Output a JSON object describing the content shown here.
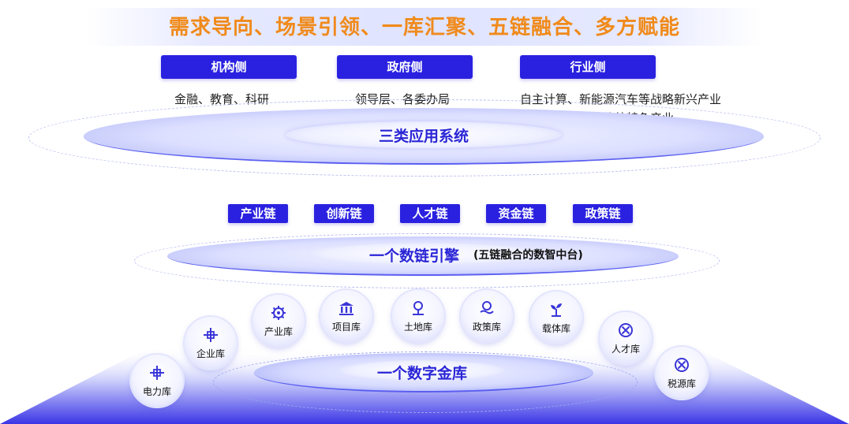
{
  "title": "需求导向、场景引领、一库汇聚、五链融合、多方赋能",
  "sides": [
    {
      "label": "机构侧",
      "desc": [
        "金融、教育、科研"
      ]
    },
    {
      "label": "政府侧",
      "desc": [
        "领导层、各委办局"
      ]
    },
    {
      "label": "行业侧",
      "desc": [
        "自主计算、新能源汽车等战略新兴产业",
        "小龙虾、家具等传统特色产业"
      ]
    }
  ],
  "layer1": {
    "label": "三类应用系统"
  },
  "chains": [
    "产业链",
    "创新链",
    "人才链",
    "资金链",
    "政策链"
  ],
  "layer2": {
    "label": "一个数链引擎",
    "sub": "(五链融合的数智中台)"
  },
  "layer3": {
    "label": "一个数字金库"
  },
  "libraries": [
    {
      "label": "电力库",
      "icon": "cross-node-icon"
    },
    {
      "label": "企业库",
      "icon": "cross-node-icon"
    },
    {
      "label": "产业库",
      "icon": "gear-network-icon"
    },
    {
      "label": "项目库",
      "icon": "institution-building-icon"
    },
    {
      "label": "土地库",
      "icon": "land-tree-icon"
    },
    {
      "label": "政策库",
      "icon": "policy-hand-icon"
    },
    {
      "label": "载体库",
      "icon": "sprout-icon"
    },
    {
      "label": "人才库",
      "icon": "x-circle-icon"
    },
    {
      "label": "税源库",
      "icon": "x-circle-icon"
    }
  ],
  "colors": {
    "title": "#f08a1a",
    "primary": "#2a21e0",
    "ring_text": "#2a25d6"
  }
}
